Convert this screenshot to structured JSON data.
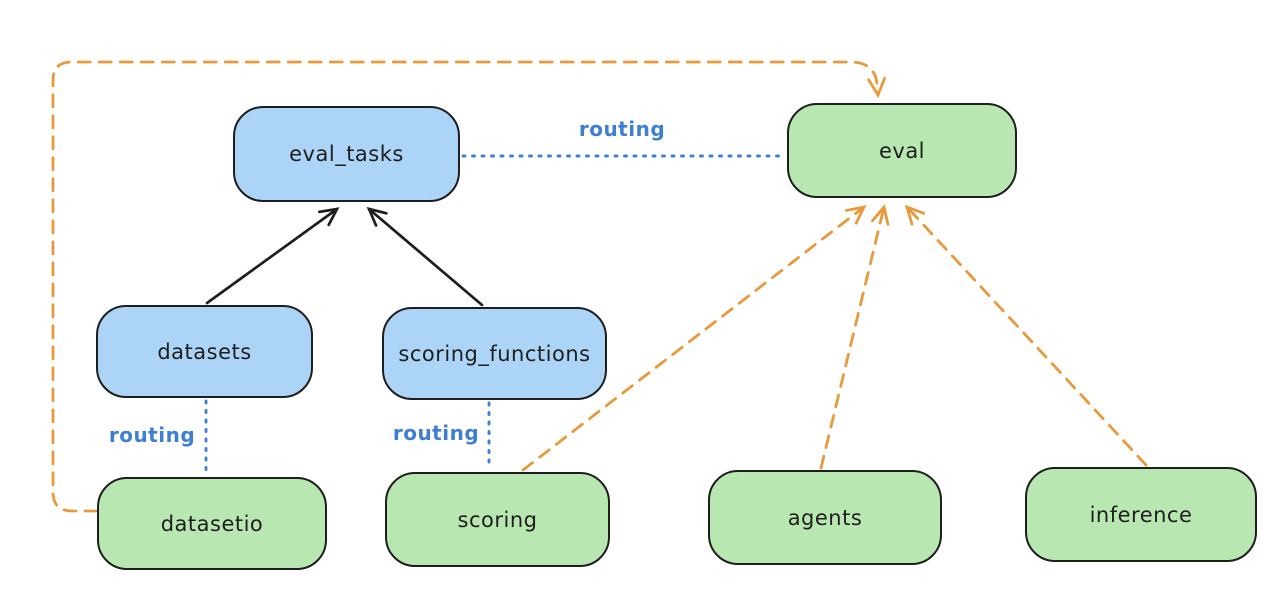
{
  "diagram": {
    "nodes": {
      "eval_tasks": {
        "label": "eval_tasks",
        "kind": "registry"
      },
      "eval": {
        "label": "eval",
        "kind": "api"
      },
      "datasets": {
        "label": "datasets",
        "kind": "registry"
      },
      "scoring_functions": {
        "label": "scoring_functions",
        "kind": "registry"
      },
      "datasetio": {
        "label": "datasetio",
        "kind": "api"
      },
      "scoring": {
        "label": "scoring",
        "kind": "api"
      },
      "agents": {
        "label": "agents",
        "kind": "api"
      },
      "inference": {
        "label": "inference",
        "kind": "api"
      }
    },
    "edge_labels": {
      "routing": "routing"
    },
    "edges": [
      {
        "from": "datasets",
        "to": "eval_tasks",
        "style": "solid-black-arrow"
      },
      {
        "from": "scoring_functions",
        "to": "eval_tasks",
        "style": "solid-black-arrow"
      },
      {
        "from": "eval_tasks",
        "to": "eval",
        "style": "dotted-blue",
        "label": "routing"
      },
      {
        "from": "datasets",
        "to": "datasetio",
        "style": "dotted-blue",
        "label": "routing"
      },
      {
        "from": "scoring_functions",
        "to": "scoring",
        "style": "dotted-blue",
        "label": "routing"
      },
      {
        "from": "datasetio",
        "to": "eval",
        "style": "dashed-orange-arrow"
      },
      {
        "from": "scoring",
        "to": "eval",
        "style": "dashed-orange-arrow"
      },
      {
        "from": "agents",
        "to": "eval",
        "style": "dashed-orange-arrow"
      },
      {
        "from": "inference",
        "to": "eval",
        "style": "dashed-orange-arrow"
      }
    ],
    "colors": {
      "blue_fill": "#abd4f6",
      "green_fill": "#b9e7b1",
      "stroke": "#1e1e1e",
      "orange": "#e8993c",
      "blue_line": "#3e7fd4",
      "background": "#ffffff"
    }
  }
}
